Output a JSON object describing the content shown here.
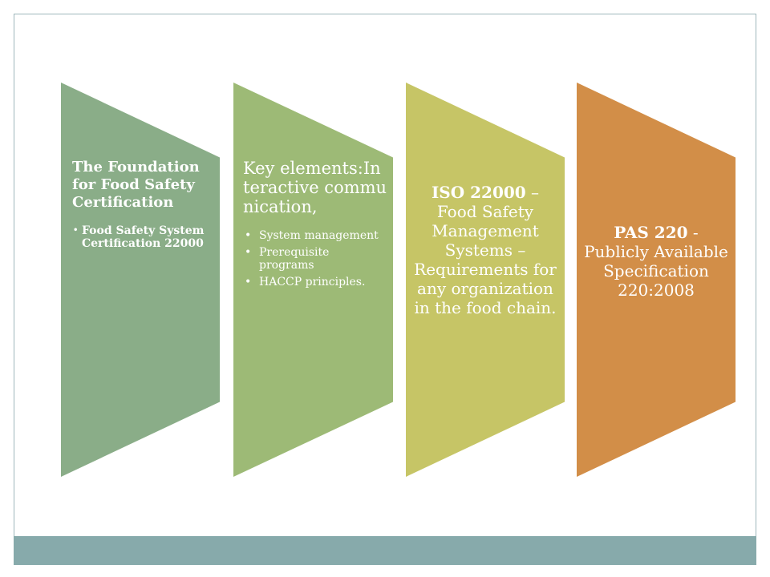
{
  "steps": [
    {
      "title": "The Foundation for Food Safety Certification",
      "bullets": [
        "Food Safety System Certification 22000"
      ],
      "color": "#8aad88"
    },
    {
      "title": "Key elements:Interactive communication,",
      "bullets": [
        "System management",
        "Prerequisite programs",
        "HACCP principles."
      ],
      "color": "#9dba76"
    },
    {
      "title_bold": "ISO 22000",
      "title_rest": " – Food Safety Management Systems – Requirements for any organization in the food chain.",
      "color": "#c6c566"
    },
    {
      "title_bold": "PAS 220",
      "title_rest": " - Publicly Available Specification 220:2008",
      "color": "#d28e48"
    }
  ],
  "footer_color": "#87aaab"
}
